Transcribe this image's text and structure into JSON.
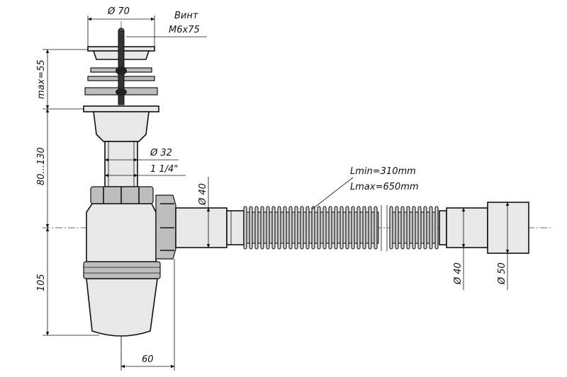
{
  "drawing": {
    "labels": {
      "drain_diameter": "Ø 70",
      "screw_caption": "Винт",
      "screw_size": "M6x75",
      "max_height": "max=55",
      "pipe_length": "80...130",
      "pipe_diameter": "Ø 32",
      "thread": "1 1/4\"",
      "outlet_diameter": "Ø 40",
      "hose_min": "Lmin=310mm",
      "hose_max": "Lmax=650mm",
      "hose_end_inner": "Ø 40",
      "hose_end_outer": "Ø 50",
      "bottle_height": "105",
      "offset": "60"
    }
  }
}
